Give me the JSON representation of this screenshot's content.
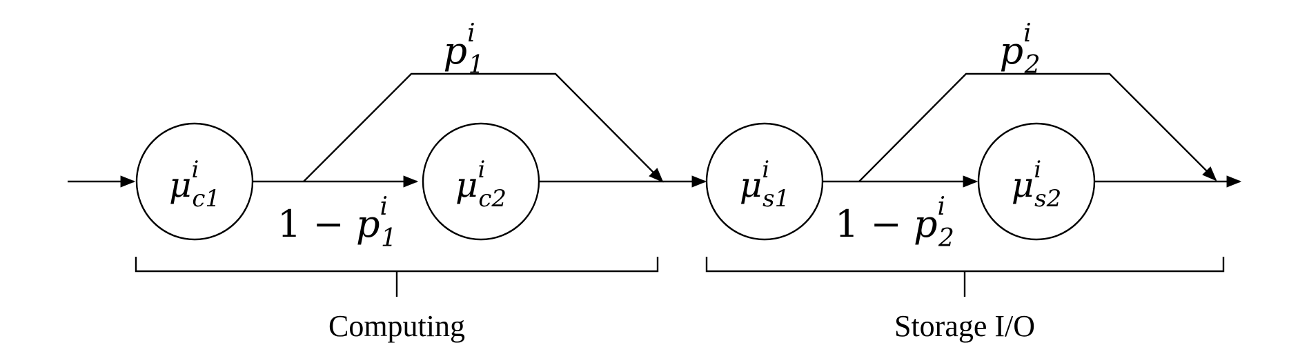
{
  "stages": [
    {
      "caption": "Computing",
      "node1": {
        "symbol": "μ",
        "sup": "i",
        "sub": "c1"
      },
      "node2": {
        "symbol": "μ",
        "sup": "i",
        "sub": "c2"
      },
      "bypass_label": {
        "symbol": "p",
        "sup": "i",
        "sub": "1"
      },
      "direct_label": {
        "prefix": "1 − ",
        "symbol": "p",
        "sup": "i",
        "sub": "1"
      }
    },
    {
      "caption": "Storage I/O",
      "node1": {
        "symbol": "μ",
        "sup": "i",
        "sub": "s1"
      },
      "node2": {
        "symbol": "μ",
        "sup": "i",
        "sub": "s2"
      },
      "bypass_label": {
        "symbol": "p",
        "sup": "i",
        "sub": "2"
      },
      "direct_label": {
        "prefix": "1 − ",
        "symbol": "p",
        "sup": "i",
        "sub": "2"
      }
    }
  ]
}
